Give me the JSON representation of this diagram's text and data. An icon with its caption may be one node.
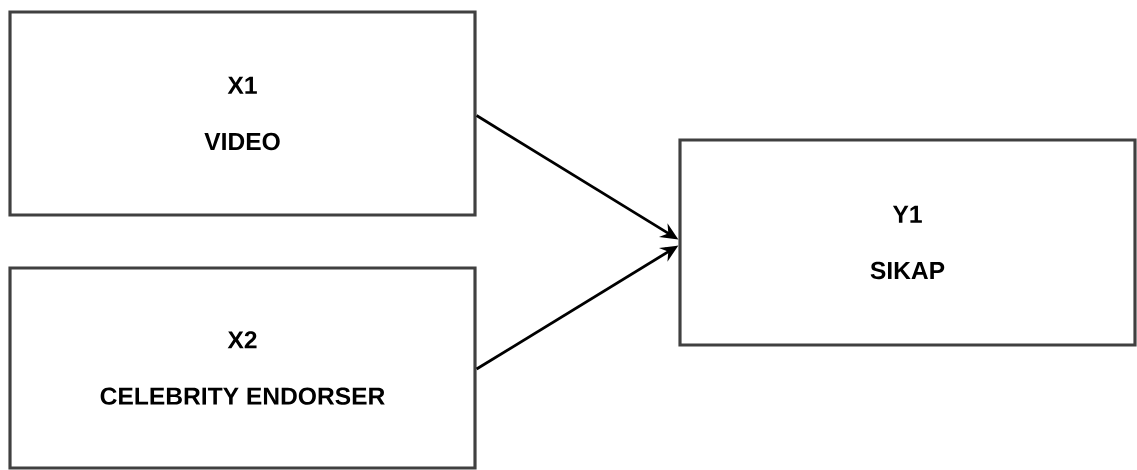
{
  "diagram": {
    "nodes": [
      {
        "text": [
          "X1",
          "VIDEO"
        ]
      },
      {
        "text": [
          "X2",
          "CELEBRITY ENDORSER"
        ]
      },
      {
        "text": [
          "Y1",
          "SIKAP"
        ]
      }
    ],
    "edges": [
      {
        "from": 0,
        "to": 2,
        "arrow": "to"
      },
      {
        "from": 1,
        "to": 2,
        "arrow": "to"
      }
    ]
  }
}
